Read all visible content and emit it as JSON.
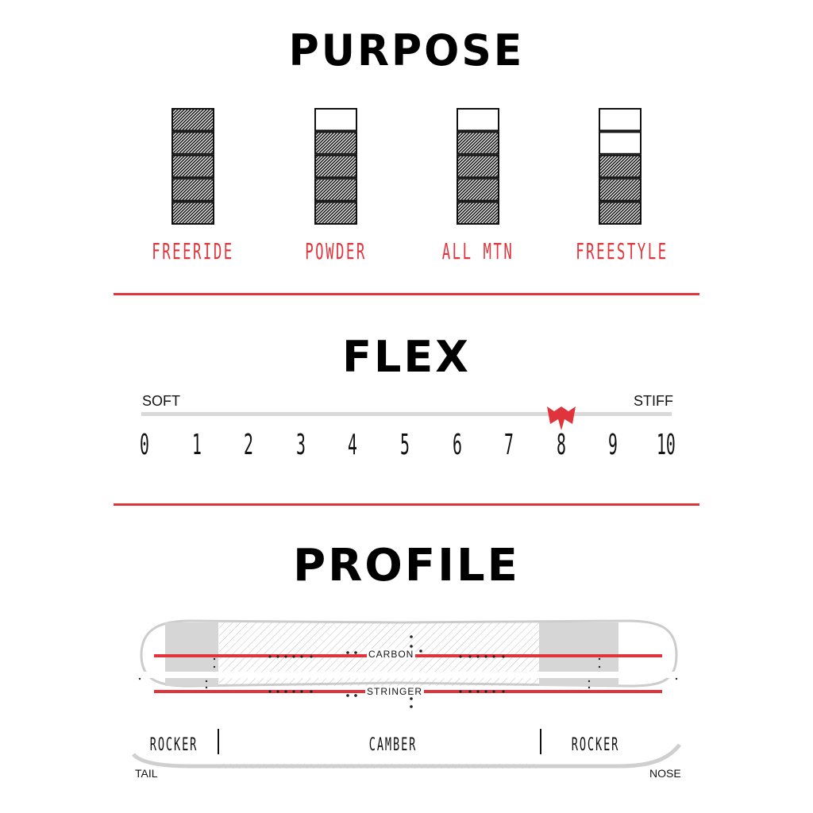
{
  "purpose": {
    "title": "PURPOSE",
    "categories": [
      {
        "label": "FREERIDE",
        "rating": 5
      },
      {
        "label": "POWDER",
        "rating": 4
      },
      {
        "label": "ALL MTN",
        "rating": 4
      },
      {
        "label": "FREESTYLE",
        "rating": 3
      }
    ],
    "max_rating": 5
  },
  "flex": {
    "title": "FLEX",
    "soft_label": "SOFT",
    "stiff_label": "STIFF",
    "ticks": [
      "0",
      "1",
      "2",
      "3",
      "4",
      "5",
      "6",
      "7",
      "8",
      "9",
      "10"
    ],
    "value": 8
  },
  "profile": {
    "title": "PROFILE",
    "board_labels": {
      "top": "CARBON",
      "bottom": "STRINGER"
    },
    "zones": [
      "ROCKER",
      "CAMBER",
      "ROCKER"
    ],
    "tail_label": "TAIL",
    "nose_label": "NOSE"
  },
  "colors": {
    "accent": "#e0343c",
    "track": "#d9d9d9",
    "fill": "#1a1a1a",
    "rocker_zone": "#d6d6d6"
  }
}
